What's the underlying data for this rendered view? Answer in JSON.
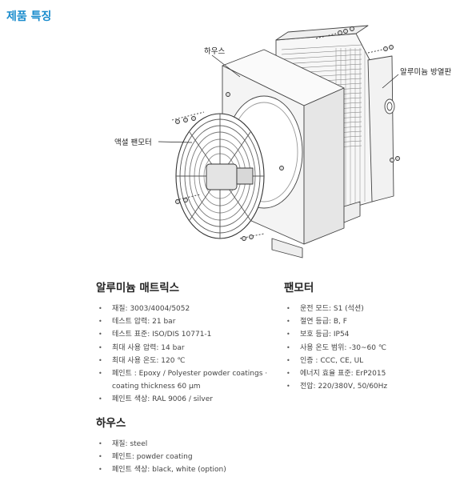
{
  "page": {
    "title": "제품 특징"
  },
  "diagram": {
    "labels": {
      "housing": "하우스",
      "aluminum_radiator": "알루미늄 방열판",
      "axial_fan_motor": "액셜 팬모터"
    }
  },
  "sections": {
    "aluminum_matrix": {
      "title": "알루미늄 매트릭스",
      "items": [
        "재질:  3003/4004/5052",
        "테스트 압력: 21 bar",
        "테스트 표준: ISO/DIS 10771-1",
        "최대 사용 압력: 14 bar",
        "최대 사용 온도: 120 ℃",
        "페인트 : Epoxy / Polyester powder coatings ·",
        "페인트 색상: RAL 9006 / silver"
      ],
      "paint_continuation": "coating thickness 60 μm"
    },
    "fan_motor": {
      "title": "팬모터",
      "items": [
        "운전 모드: S1 (석션)",
        "절연 등급: B, F",
        "보호 등급: IP54",
        "사용 온도 범위: -30~60 ℃",
        "인증 : CCC, CE, UL",
        "에너지 효율 표준: ErP2015",
        "전압: 220/380V, 50/60Hz"
      ]
    },
    "housing": {
      "title": "하우스",
      "items": [
        "재질: steel",
        "페인트: powder coating",
        "페인트 색상: black, white (option)"
      ]
    }
  },
  "colors": {
    "title": "#1a8ccd",
    "text": "#444444",
    "heading": "#222222"
  }
}
